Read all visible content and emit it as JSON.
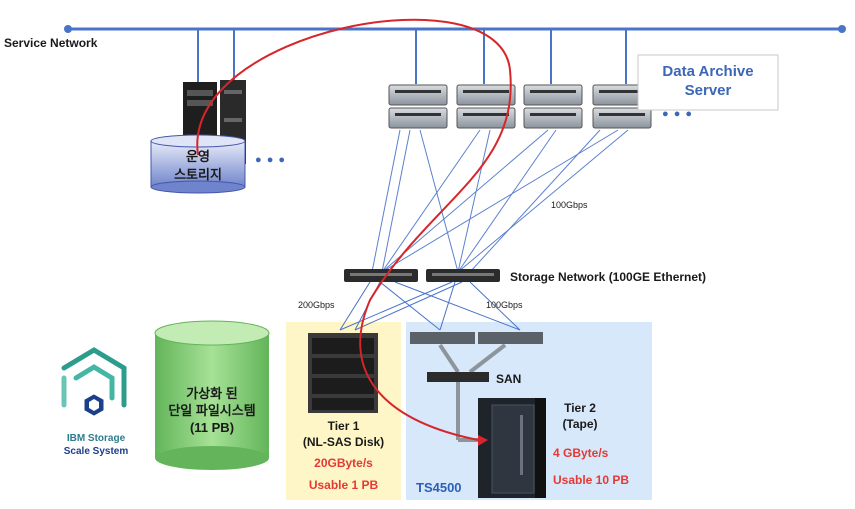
{
  "service_network_label": "Service Network",
  "data_archive_server_label": [
    "Data Archive",
    "Server"
  ],
  "operation_storage_label": [
    "운영",
    "스토리지"
  ],
  "more_dots": "● ● ●",
  "link_speed_100": "100Gbps",
  "storage_network_label": "Storage Network (100GE Ethernet)",
  "link_speed_200": "200Gbps",
  "link_speed_100_b": "100Gbps",
  "virtual_fs_label": [
    "가상화 된",
    "단일 파일시스템",
    "(11 PB)"
  ],
  "ibm_logo_text": [
    "IBM Storage",
    "Scale System"
  ],
  "tier1": {
    "title": [
      "Tier 1",
      "(NL-SAS Disk)"
    ],
    "speed": "20GByte/s",
    "usable": "Usable 1 PB"
  },
  "tier2": {
    "title": [
      "Tier 2",
      "(Tape)"
    ],
    "speed": "4 GByte/s",
    "usable": "Usable 10 PB"
  },
  "san_label": "SAN",
  "ts4500_label": "TS4500",
  "colors": {
    "network_line": "#4a74c9",
    "data_path": "#d7262a",
    "tier1_bg": "#fff6c7",
    "tier2_bg": "#d6e8fa",
    "cylinder_green": "#8fd17f",
    "accent_red": "#e53935",
    "archive_text": "#3c66b6"
  }
}
